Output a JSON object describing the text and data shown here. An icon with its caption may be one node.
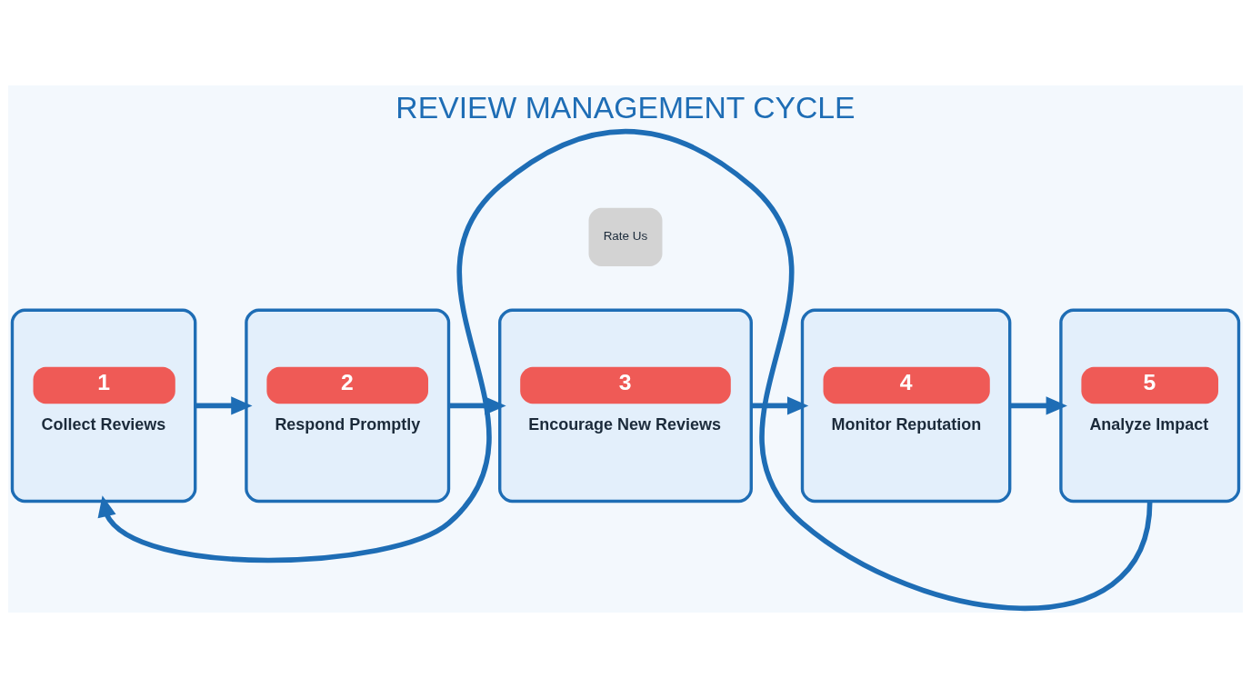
{
  "diagram": {
    "title": "REVIEW MANAGEMENT CYCLE",
    "nodes": [
      {
        "text": [
          "1",
          "Collect Reviews"
        ]
      },
      {
        "text": [
          "2",
          "Respond Promptly"
        ]
      },
      {
        "text": [
          "3",
          "Encourage New Reviews"
        ]
      },
      {
        "text": [
          "4",
          "Monitor Reputation"
        ]
      },
      {
        "text": [
          "5",
          "Analyze Impact"
        ]
      }
    ],
    "edges": [
      {
        "from": 0,
        "to": 1,
        "arrow": "to"
      },
      {
        "from": 1,
        "to": 2,
        "arrow": "to"
      },
      {
        "from": 2,
        "to": 3,
        "arrow": "to"
      },
      {
        "from": 3,
        "to": 4,
        "arrow": "to"
      },
      {
        "from": 4,
        "to": 0,
        "arrow": "to"
      }
    ],
    "labels": [
      "Rate Us"
    ]
  }
}
